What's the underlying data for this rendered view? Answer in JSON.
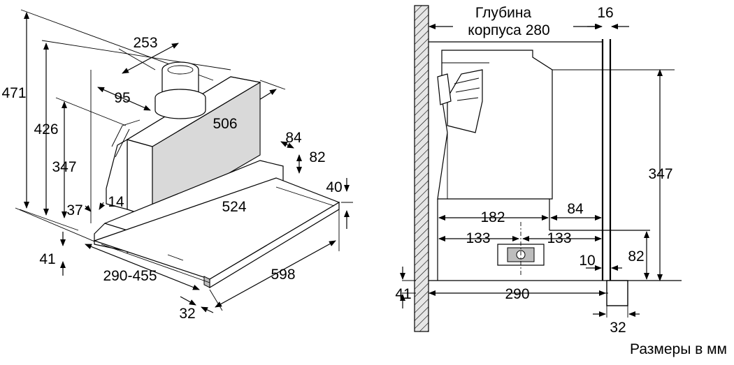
{
  "left_view": {
    "dims": [
      "471",
      "426",
      "347",
      "253",
      "95",
      "506",
      "84",
      "82",
      "40",
      "524",
      "37",
      "14",
      "41",
      "290-455",
      "598",
      "32"
    ]
  },
  "right_view": {
    "depth_label_line1": "Глубина",
    "depth_label_line2": "корпуса 280",
    "dims": [
      "16",
      "347",
      "182",
      "84",
      "133",
      "133",
      "82",
      "10",
      "41",
      "290",
      "32"
    ]
  },
  "footer": {
    "units_note": "Размеры в мм"
  }
}
